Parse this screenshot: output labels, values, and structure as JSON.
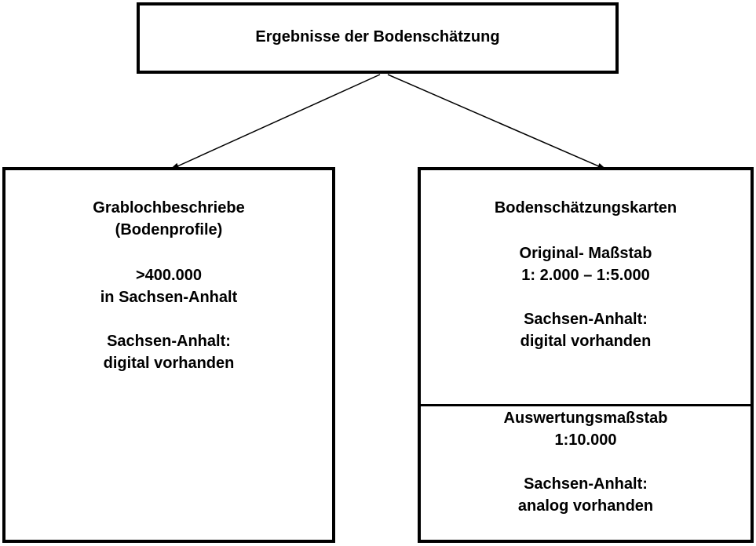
{
  "root": {
    "title": "Ergebnisse der Bodenschätzung"
  },
  "left": {
    "title_line1": "Grablochbeschriebe",
    "title_line2": "(Bodenprofile)",
    "count_line1": ">400.000",
    "count_line2": "in Sachsen-Anhalt",
    "status_line1": "Sachsen-Anhalt:",
    "status_line2": "digital vorhanden"
  },
  "right": {
    "title": "Bodenschätzungskarten",
    "scale_line1": "Original- Maßstab",
    "scale_line2": "1: 2.000 – 1:5.000",
    "status_line1": "Sachsen-Anhalt:",
    "status_line2": "digital vorhanden",
    "sub": {
      "title_line1": "Auswertungsmaßstab",
      "title_line2": "1:10.000",
      "status_line1": "Sachsen-Anhalt:",
      "status_line2": "analog vorhanden"
    }
  }
}
